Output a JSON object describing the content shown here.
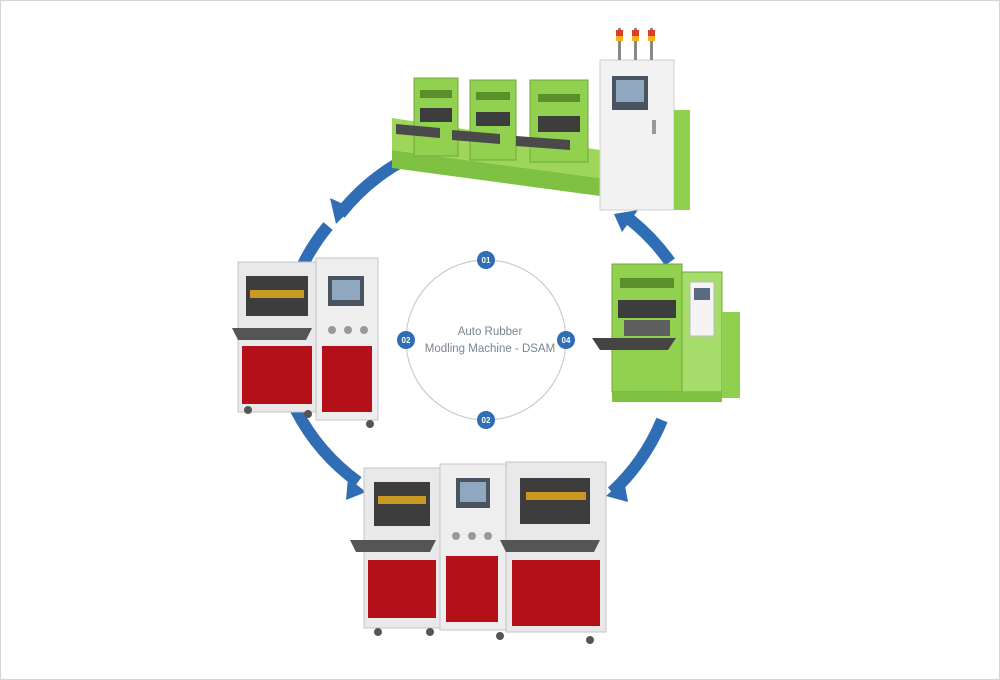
{
  "center": {
    "line1": "Auto Rubber",
    "line2": "Modling Machine - DSAM"
  },
  "steps": [
    {
      "label": "01",
      "position": "top"
    },
    {
      "label": "02",
      "position": "left"
    },
    {
      "label": "02",
      "position": "bottom"
    },
    {
      "label": "04",
      "position": "right"
    }
  ],
  "colors": {
    "ring_arrow": "#2f6db5",
    "badge": "#2f6db5",
    "inner_ring": "#c9ccd0",
    "machine_green": "#8fd14f",
    "machine_red": "#b3101a",
    "machine_frame": "#e6e6e6"
  },
  "images": [
    {
      "name": "three-station-green-press-machine",
      "position": "top"
    },
    {
      "name": "single-green-press-machine",
      "position": "right"
    },
    {
      "name": "red-white-double-press-machine",
      "position": "bottom"
    },
    {
      "name": "red-white-single-press-machine",
      "position": "left"
    }
  ]
}
